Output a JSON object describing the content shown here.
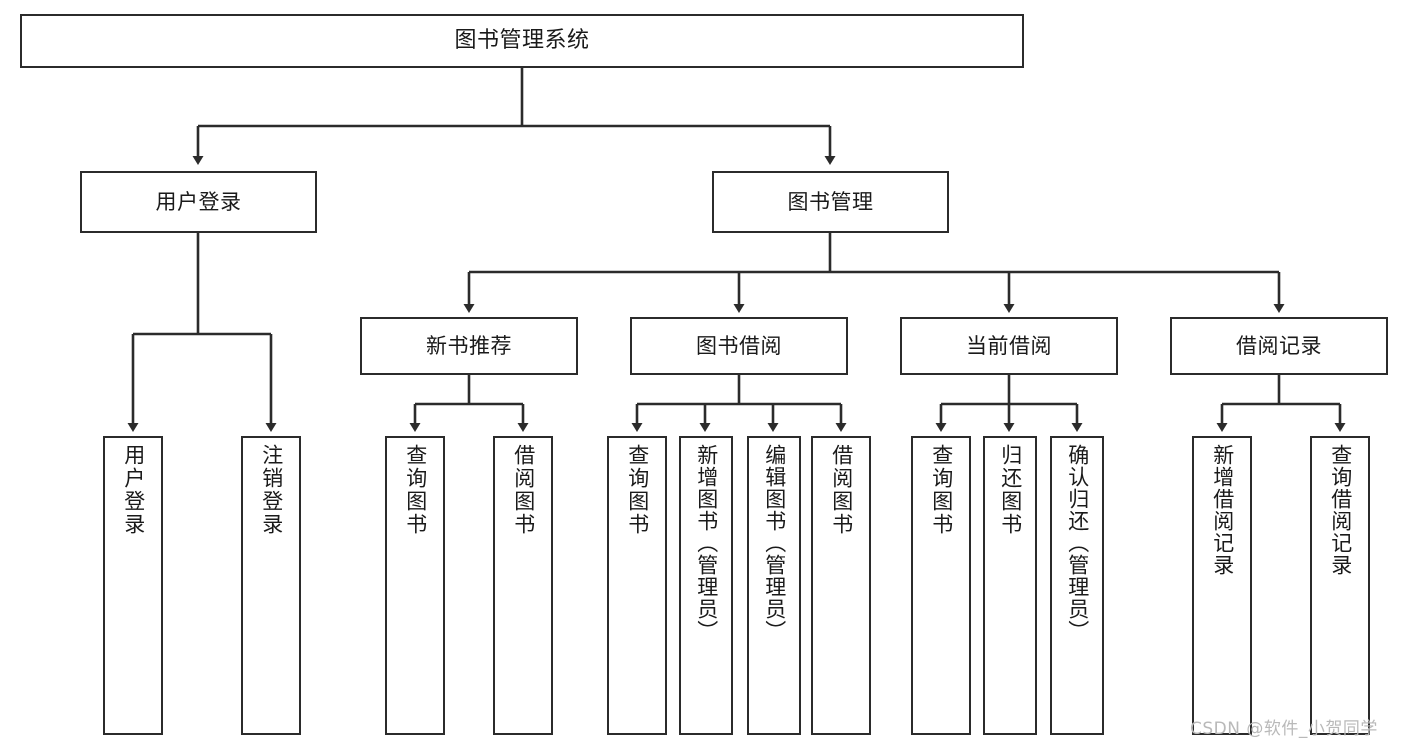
{
  "diagram": {
    "type": "hierarchy-tree",
    "title": "图书管理系统",
    "watermark": "CSDN @软件_小贺同学",
    "colors": {
      "box_border": "#2b2b2b",
      "box_fill": "#ffffff",
      "connector": "#2b2b2b",
      "text": "#1a1a1a",
      "watermark": "#b9b9b9"
    },
    "nodes": {
      "root": {
        "label": "图书管理系统"
      },
      "level2": [
        {
          "label": "用户登录"
        },
        {
          "label": "图书管理"
        }
      ],
      "level3": [
        {
          "label": "新书推荐"
        },
        {
          "label": "图书借阅"
        },
        {
          "label": "当前借阅"
        },
        {
          "label": "借阅记录"
        }
      ],
      "leaves": [
        {
          "label": "用户登录"
        },
        {
          "label": "注销登录"
        },
        {
          "label": "查询图书"
        },
        {
          "label": "借阅图书"
        },
        {
          "label": "查询图书"
        },
        {
          "label": "新增图书（管理员）"
        },
        {
          "label": "编辑图书（管理员）"
        },
        {
          "label": "借阅图书"
        },
        {
          "label": "查询图书"
        },
        {
          "label": "归还图书"
        },
        {
          "label": "确认归还（管理员）"
        },
        {
          "label": "新增借阅记录"
        },
        {
          "label": "查询借阅记录"
        }
      ]
    },
    "tree": {
      "图书管理系统": {
        "用户登录": [
          "用户登录",
          "注销登录"
        ],
        "图书管理": {
          "新书推荐": [
            "查询图书",
            "借阅图书"
          ],
          "图书借阅": [
            "查询图书",
            "新增图书（管理员）",
            "编辑图书（管理员）",
            "借阅图书"
          ],
          "当前借阅": [
            "查询图书",
            "归还图书",
            "确认归还（管理员）"
          ],
          "借阅记录": [
            "新增借阅记录",
            "查询借阅记录"
          ]
        }
      }
    }
  }
}
